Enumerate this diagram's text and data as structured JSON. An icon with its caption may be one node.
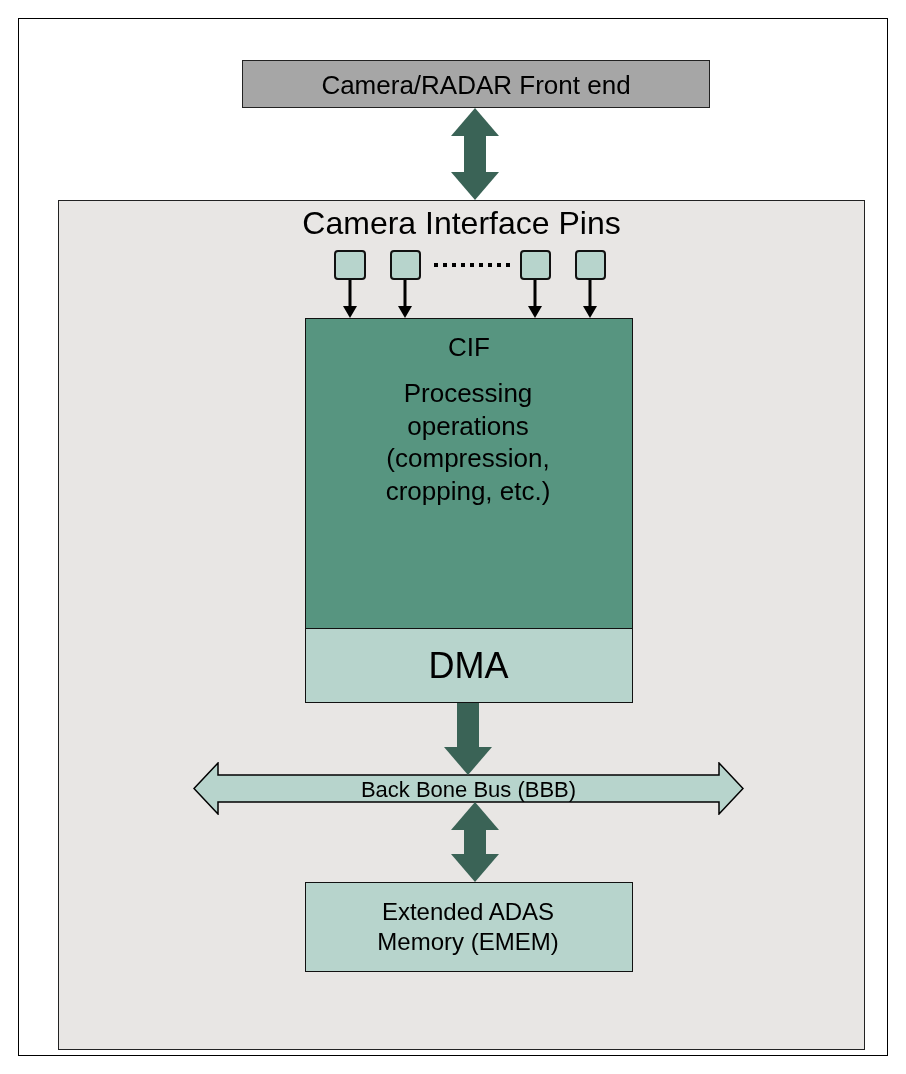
{
  "diagram": {
    "nodes": [
      {
        "text": [
          "Camera/RADAR Front end"
        ]
      },
      {
        "text": [],
        "shape": "box"
      },
      {
        "text": [],
        "shape": "box",
        "in": 1
      },
      {
        "text": [],
        "shape": "box",
        "in": 1
      },
      {
        "text": [],
        "shape": "box",
        "in": 1
      },
      {
        "text": [],
        "shape": "box",
        "in": 1
      },
      {
        "text": [
          "CIF",
          "Processing operations (compression, cropping, etc.)"
        ],
        "in": 1
      },
      {
        "text": [
          "DMA"
        ],
        "in": 6
      },
      {
        "text": [
          "Back Bone Bus (BBB)"
        ],
        "in": 1
      },
      {
        "text": [
          "Extended ADAS Memory (EMEM)"
        ],
        "in": 1
      }
    ],
    "edges": [
      {
        "from": 0,
        "to": 1,
        "arrow": "both",
        "style": "thick",
        "color": "#3a6356"
      },
      {
        "from": 2,
        "to": 6,
        "arrow": "to"
      },
      {
        "from": 3,
        "to": 6,
        "arrow": "to"
      },
      {
        "from": 4,
        "to": 6,
        "arrow": "to"
      },
      {
        "from": 5,
        "to": 6,
        "arrow": "to"
      },
      {
        "from": 7,
        "to": 8,
        "arrow": "to",
        "style": "thick",
        "color": "#3a6356"
      },
      {
        "from": 8,
        "to": 9,
        "arrow": "both",
        "style": "thick",
        "color": "#3a6356"
      }
    ],
    "labels": [
      "Camera Interface Pins"
    ]
  }
}
